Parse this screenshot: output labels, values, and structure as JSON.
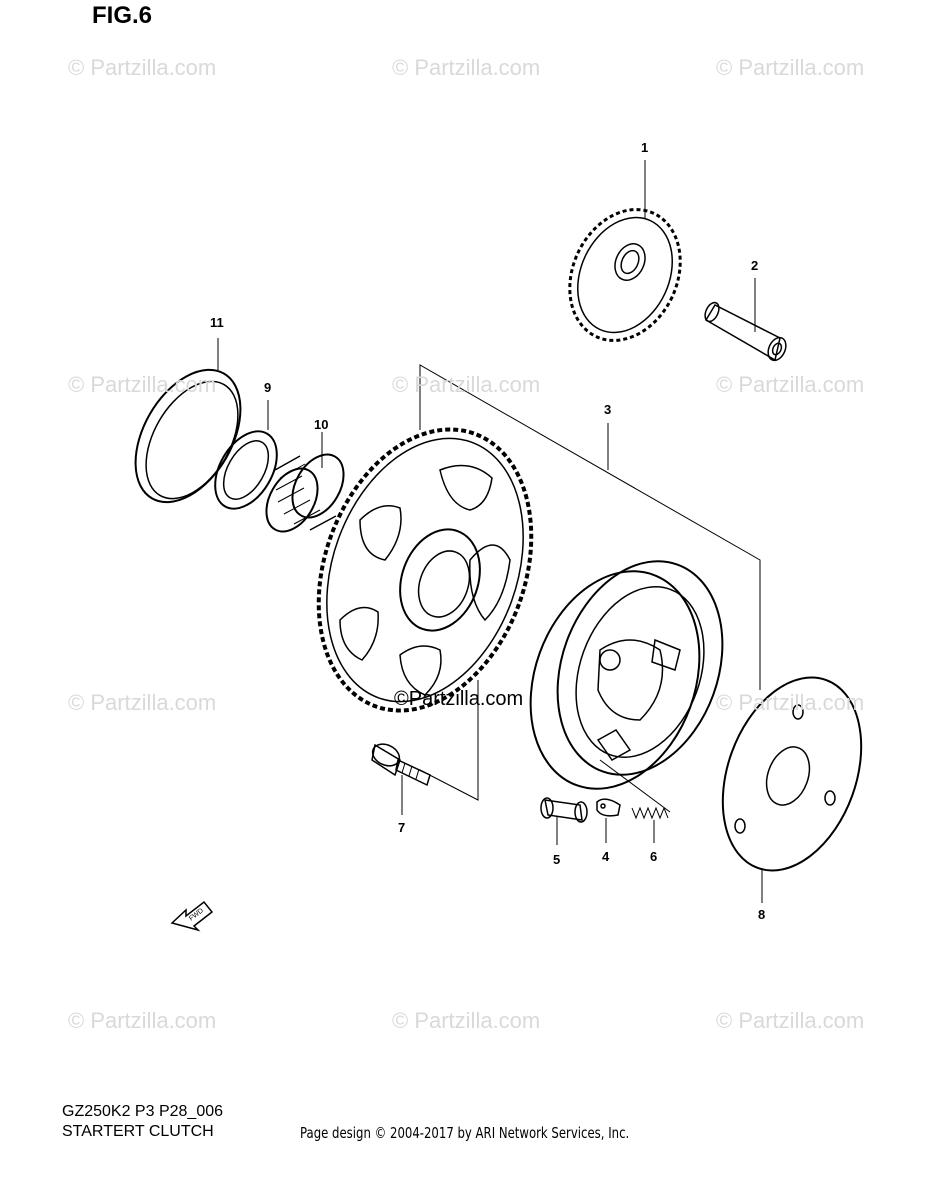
{
  "figure_title": "FIG.6",
  "watermark_text": "© Partzilla.com",
  "center_watermark_text": "©Partzilla.com",
  "callouts": {
    "c1": "1",
    "c2": "2",
    "c3": "3",
    "c4": "4",
    "c5": "5",
    "c6": "6",
    "c7": "7",
    "c8": "8",
    "c9": "9",
    "c10": "10",
    "c11": "11"
  },
  "fwd_label": "FWD",
  "footer": {
    "code": "GZ250K2 P3 P28_006",
    "name": "STARTERT CLUTCH",
    "copyright": "Page design © 2004-2017 by ARI Network Services, Inc."
  }
}
